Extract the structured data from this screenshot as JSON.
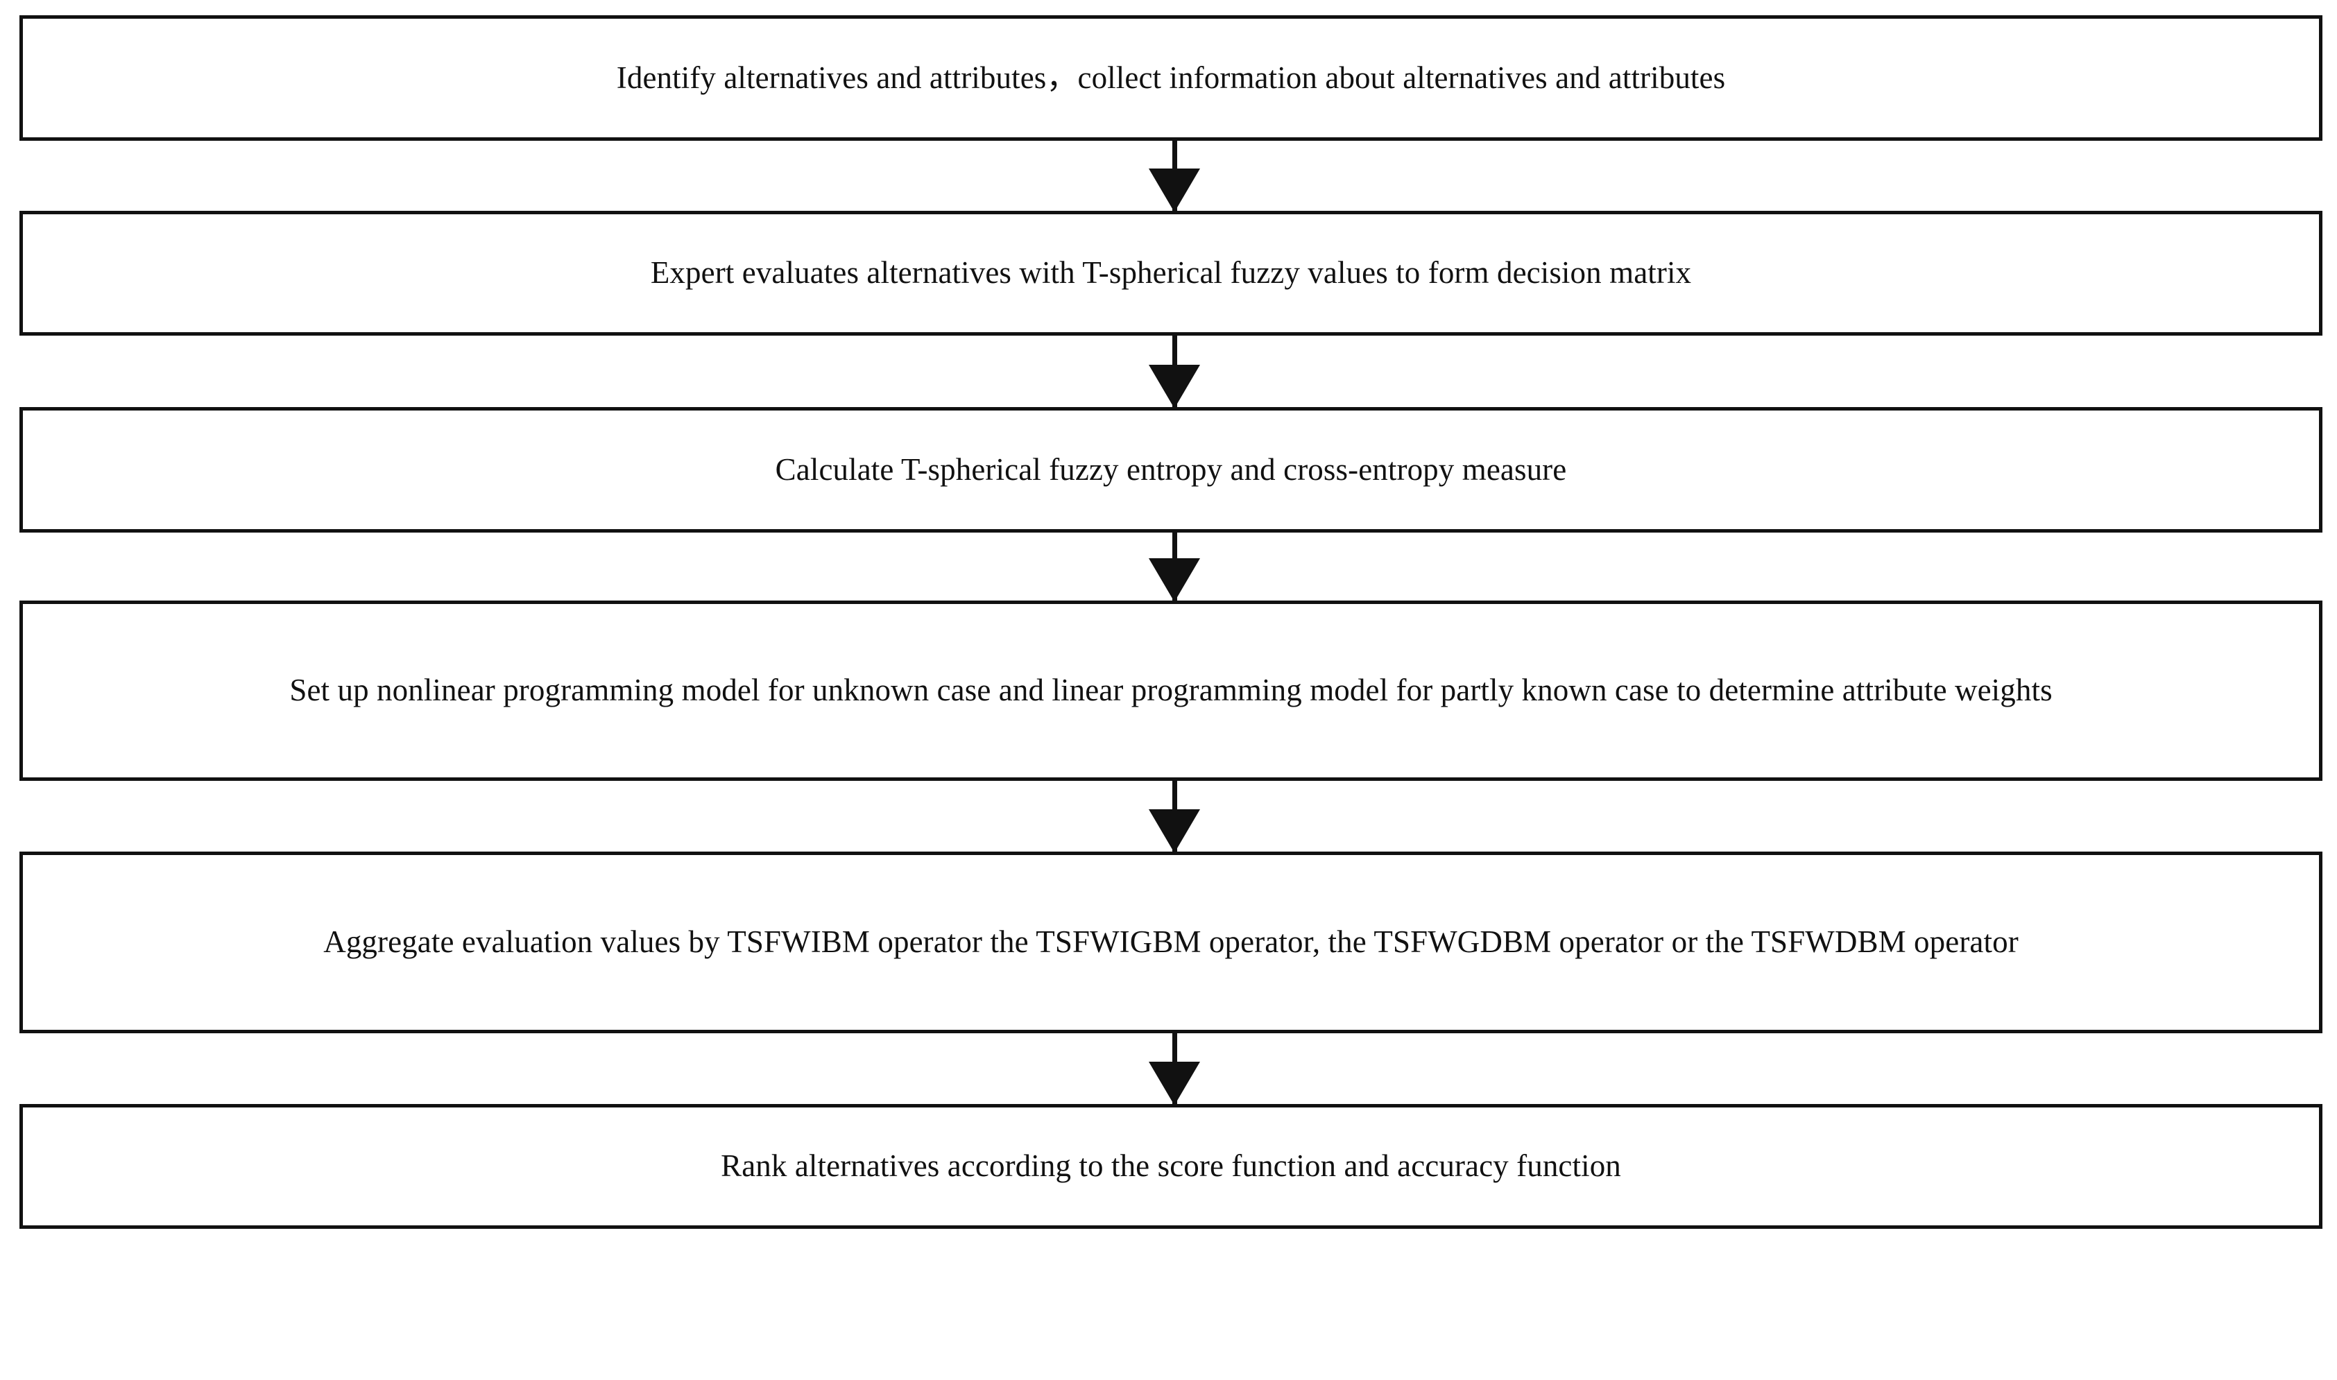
{
  "diagram": {
    "type": "flowchart",
    "orientation": "top-to-bottom",
    "title": "Decision-making algorithm flowchart",
    "node_count": 6,
    "connector_count": 5,
    "colors": {
      "box_border": "#111111",
      "box_fill": "#ffffff",
      "arrow": "#111111",
      "text": "#111111",
      "page_background": "#ffffff"
    },
    "nodes": [
      {
        "id": "step-1",
        "name": "identify-alternatives-and-attributes",
        "text": "Identify alternatives and attributes，collect information about alternatives and attributes",
        "lines": 1
      },
      {
        "id": "step-2",
        "name": "expert-evaluates-alternatives",
        "text": "Expert evaluates alternatives with T-spherical fuzzy values to form decision matrix",
        "lines": 1
      },
      {
        "id": "step-3",
        "name": "calculate-entropy-and-cross-entropy",
        "text": "Calculate T-spherical fuzzy entropy and cross-entropy measure",
        "lines": 1
      },
      {
        "id": "step-4",
        "name": "set-up-programming-models",
        "text": "Set up nonlinear programming model for unknown case and linear programming model for partly known case to determine attribute weights",
        "lines": 2
      },
      {
        "id": "step-5",
        "name": "aggregate-evaluation-values",
        "text": "Aggregate evaluation values by TSFWIBM operator the TSFWIGBM operator, the TSFWGDBM operator or the TSFWDBM operator",
        "lines": 2
      },
      {
        "id": "step-6",
        "name": "rank-alternatives",
        "text": "Rank alternatives according to the score function and accuracy function",
        "lines": 1
      }
    ],
    "connectors": [
      {
        "id": "arrow-1",
        "from": "step-1",
        "to": "step-2",
        "style": "solid-line-filled-triangle",
        "direction": "down"
      },
      {
        "id": "arrow-2",
        "from": "step-2",
        "to": "step-3",
        "style": "solid-line-filled-triangle",
        "direction": "down"
      },
      {
        "id": "arrow-3",
        "from": "step-3",
        "to": "step-4",
        "style": "solid-line-filled-triangle",
        "direction": "down"
      },
      {
        "id": "arrow-4",
        "from": "step-4",
        "to": "step-5",
        "style": "solid-line-filled-triangle",
        "direction": "down"
      },
      {
        "id": "arrow-5",
        "from": "step-5",
        "to": "step-6",
        "style": "solid-line-filled-triangle",
        "direction": "down"
      }
    ]
  }
}
